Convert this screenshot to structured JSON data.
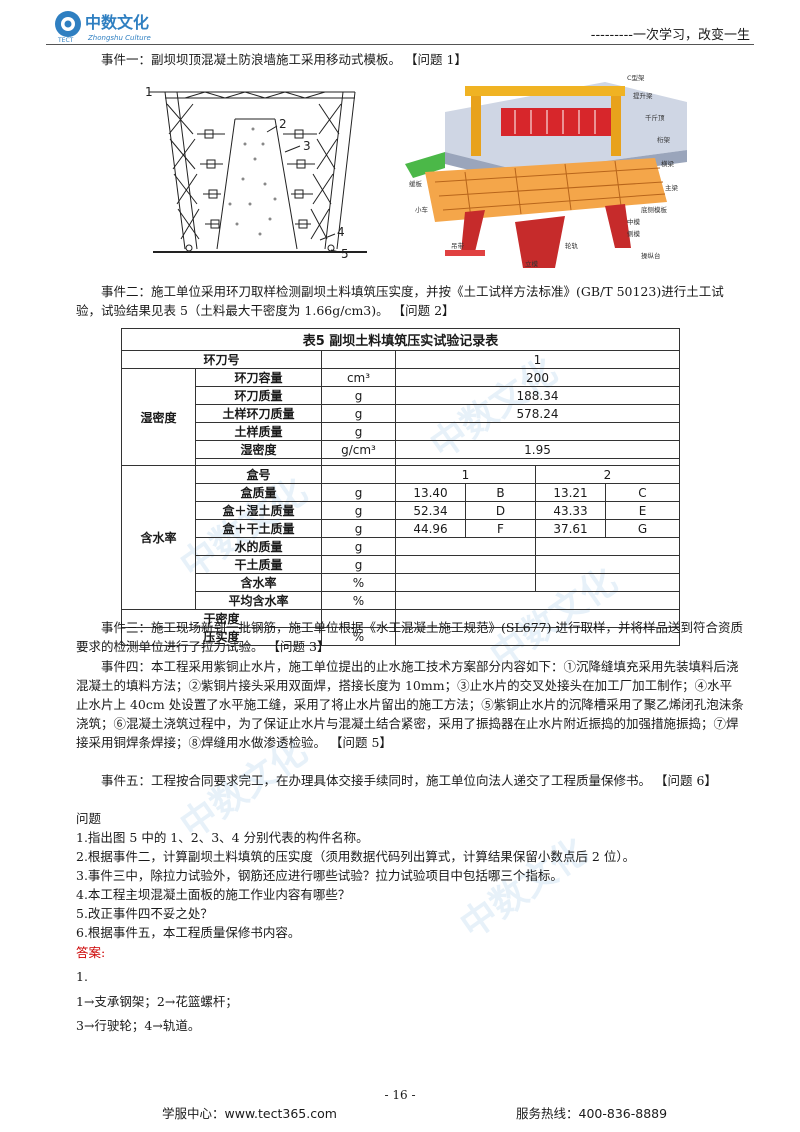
{
  "header": {
    "logo_text": "中数文化",
    "logo_sub": "Zhongshu Culture",
    "logo_mark": "TECT",
    "slogan": "---------一次学习，改变一生"
  },
  "events": {
    "e1": "事件一：副坝坝顶混凝土防浪墙施工采用移动式模板。 【问题 1】",
    "e2": "事件二：施工单位采用环刀取样检测副坝土料填筑压实度，并按《土工试样方法标准》(GB/T 50123)进行土工试验，试验结果见表 5（土料最大干密度为 1.66g/cm3)。 【问题 2】",
    "e3": "事件三：施工现场新到一批钢筋，施工单位根据《水工混凝土施工规范》(SL677) 进行取样，并将样品送到符合资质要求的检测单位进行了拉力试验。 【问题 3】",
    "e4": "事件四：本工程采用紫铜止水片，施工单位提出的止水施工技术方案部分内容如下：①沉降缝填充采用先装填料后浇混凝土的填料方法；②紫铜片接头采用双面焊，搭接长度为 10mm；③止水片的交叉处接头在加工厂加工制作；④水平止水片上 40cm 处设置了水平施工缝，采用了将止水片留出的施工方法；⑤紫铜止水片的沉降槽采用了聚乙烯闭孔泡沫条浇筑；⑥混凝土浇筑过程中，为了保证止水片与混凝土结合紧密，采用了振捣器在止水片附近振捣的加强措施振捣；⑦焊接采用铜焊条焊接；⑧焊缝用水做渗透检验。 【问题 5】",
    "e5": "事件五：工程按合同要求完工，在办理具体交接手续同时，施工单位向法人递交了工程质量保修书。 【问题 6】"
  },
  "figure1": {
    "labels": [
      "1",
      "2",
      "3",
      "4",
      "5"
    ]
  },
  "figure2": {
    "labels": [
      "C型架",
      "提升梁",
      "千斤顶",
      "桁架",
      "横梁",
      "主梁",
      "缓板",
      "小车",
      "底侧模板",
      "中模",
      "侧模",
      "轮轨",
      "吊带",
      "立模",
      "操纵台"
    ]
  },
  "table": {
    "title": "表5 副坝土料填筑压实试验记录表",
    "rows": {
      "ring_no": "环刀号",
      "ring_no_val": "1",
      "ring_vol": "环刀容量",
      "ring_vol_unit": "cm³",
      "ring_vol_val": "200",
      "ring_mass": "环刀质量",
      "ring_mass_unit": "g",
      "ring_mass_val": "188.34",
      "soil_ring_mass": "土样环刀质量",
      "soil_ring_unit": "g",
      "soil_ring_val": "578.24",
      "soil_mass": "土样质量",
      "soil_mass_unit": "g",
      "wet_density": "湿密度",
      "wet_density_unit": "g/cm³",
      "wet_density_val": "1.95",
      "group_wet": "湿密度",
      "box_no": "盒号",
      "box1": "1",
      "box2": "2",
      "box_mass": "盒质量",
      "box_mass_unit": "g",
      "bm1": "13.40",
      "bm1c": "B",
      "bm2": "13.21",
      "bm2c": "C",
      "box_wet": "盒＋湿土质量",
      "box_wet_unit": "g",
      "bw1": "52.34",
      "bw1c": "D",
      "bw2": "43.33",
      "bw2c": "E",
      "box_dry": "盒＋干土质量",
      "box_dry_unit": "g",
      "bd1": "44.96",
      "bd1c": "F",
      "bd2": "37.61",
      "bd2c": "G",
      "water_mass": "水的质量",
      "water_mass_unit": "g",
      "dry_soil": "干土质量",
      "dry_soil_unit": "g",
      "moisture": "含水率",
      "moisture_unit": "%",
      "avg_moisture": "平均含水率",
      "avg_moisture_unit": "%",
      "group_moist": "含水率",
      "dry_density": "干密度",
      "compaction": "压实度",
      "compaction_unit": "%"
    }
  },
  "questions": {
    "heading": "问题",
    "q1": "1.指出图 5 中的 1、2、3、4 分别代表的构件名称。",
    "q2": "2.根据事件二，计算副坝土料填筑的压实度（须用数据代码列出算式，计算结果保留小数点后 2 位）。",
    "q3": "3.事件三中，除拉力试验外，钢筋还应进行哪些试验？拉力试验项目中包括哪三个指标。",
    "q4": "4.本工程主坝混凝土面板的施工作业内容有哪些？",
    "q5": "5.改正事件四不妥之处？",
    "q6": "6.根据事件五，本工程质量保修书内容。"
  },
  "answers": {
    "heading": "答案:",
    "n1": "1.",
    "a1": "1→支承钢架；2→花篮螺杆；",
    "a2": "3→行驶轮；4→轨道。"
  },
  "footer": {
    "page": "- 16 -",
    "center": "学服中心：www.tect365.com",
    "hotline": "服务热线：400-836-8889"
  },
  "colors": {
    "accent": "#cc0000",
    "watermark": "#5aa0d6",
    "logo": "#2f7fc1"
  }
}
